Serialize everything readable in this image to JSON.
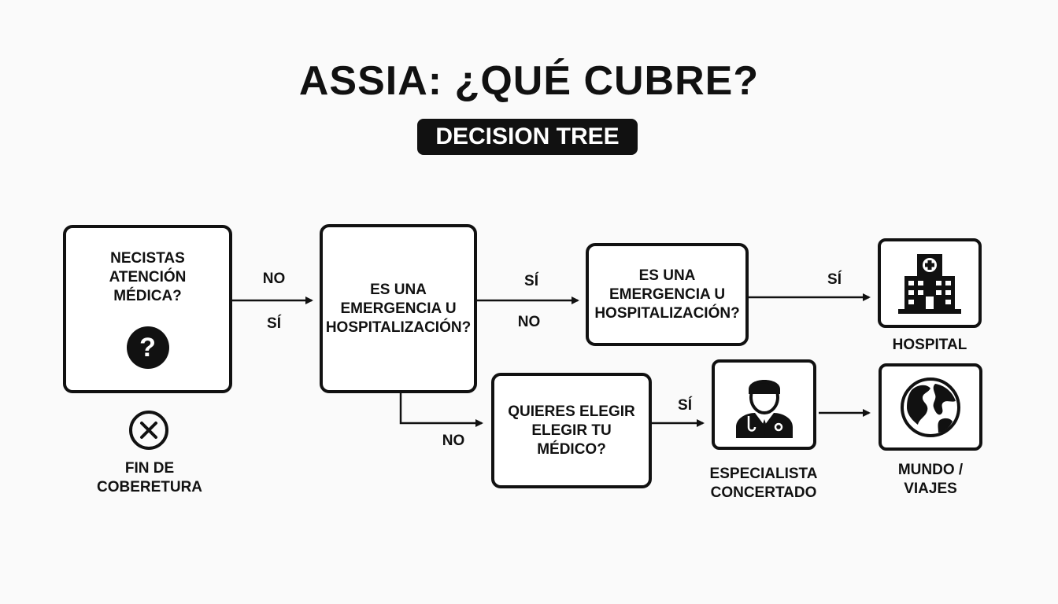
{
  "title": "ASSIA: ¿QUÉ CUBRE?",
  "subtitle": "DECISION TREE",
  "nodes": {
    "q1": "NECISTAS ATENCIÓN MÉDICA?",
    "q2": "ES UNA EMERGENCIA U HOSPITALIZACIÓN?",
    "q3": "ES UNA EMERGENCIA U HOSPITALIZACIÓN?",
    "q4": "QUIERES ELEGIR ELEGIR TU MÉDICO?",
    "end": "FIN DE COBERETURA",
    "hospital": "HOSPITAL",
    "especialista": "ESPECIALISTA CONCERTADO",
    "mundo": "MUNDO / VIAJES"
  },
  "edges": {
    "q1_no": "NO",
    "q1_si": "SÍ",
    "q2_si": "SÍ",
    "q2_no": "NO",
    "q2_down_no": "NO",
    "q3_si": "SÍ",
    "q4_si": "SÍ"
  },
  "icons": {
    "question": "question-icon",
    "close": "close-circle-icon",
    "hospital": "hospital-icon",
    "doctor": "doctor-icon",
    "globe": "globe-icon"
  },
  "colors": {
    "ink": "#111111",
    "background": "#fafafa"
  }
}
